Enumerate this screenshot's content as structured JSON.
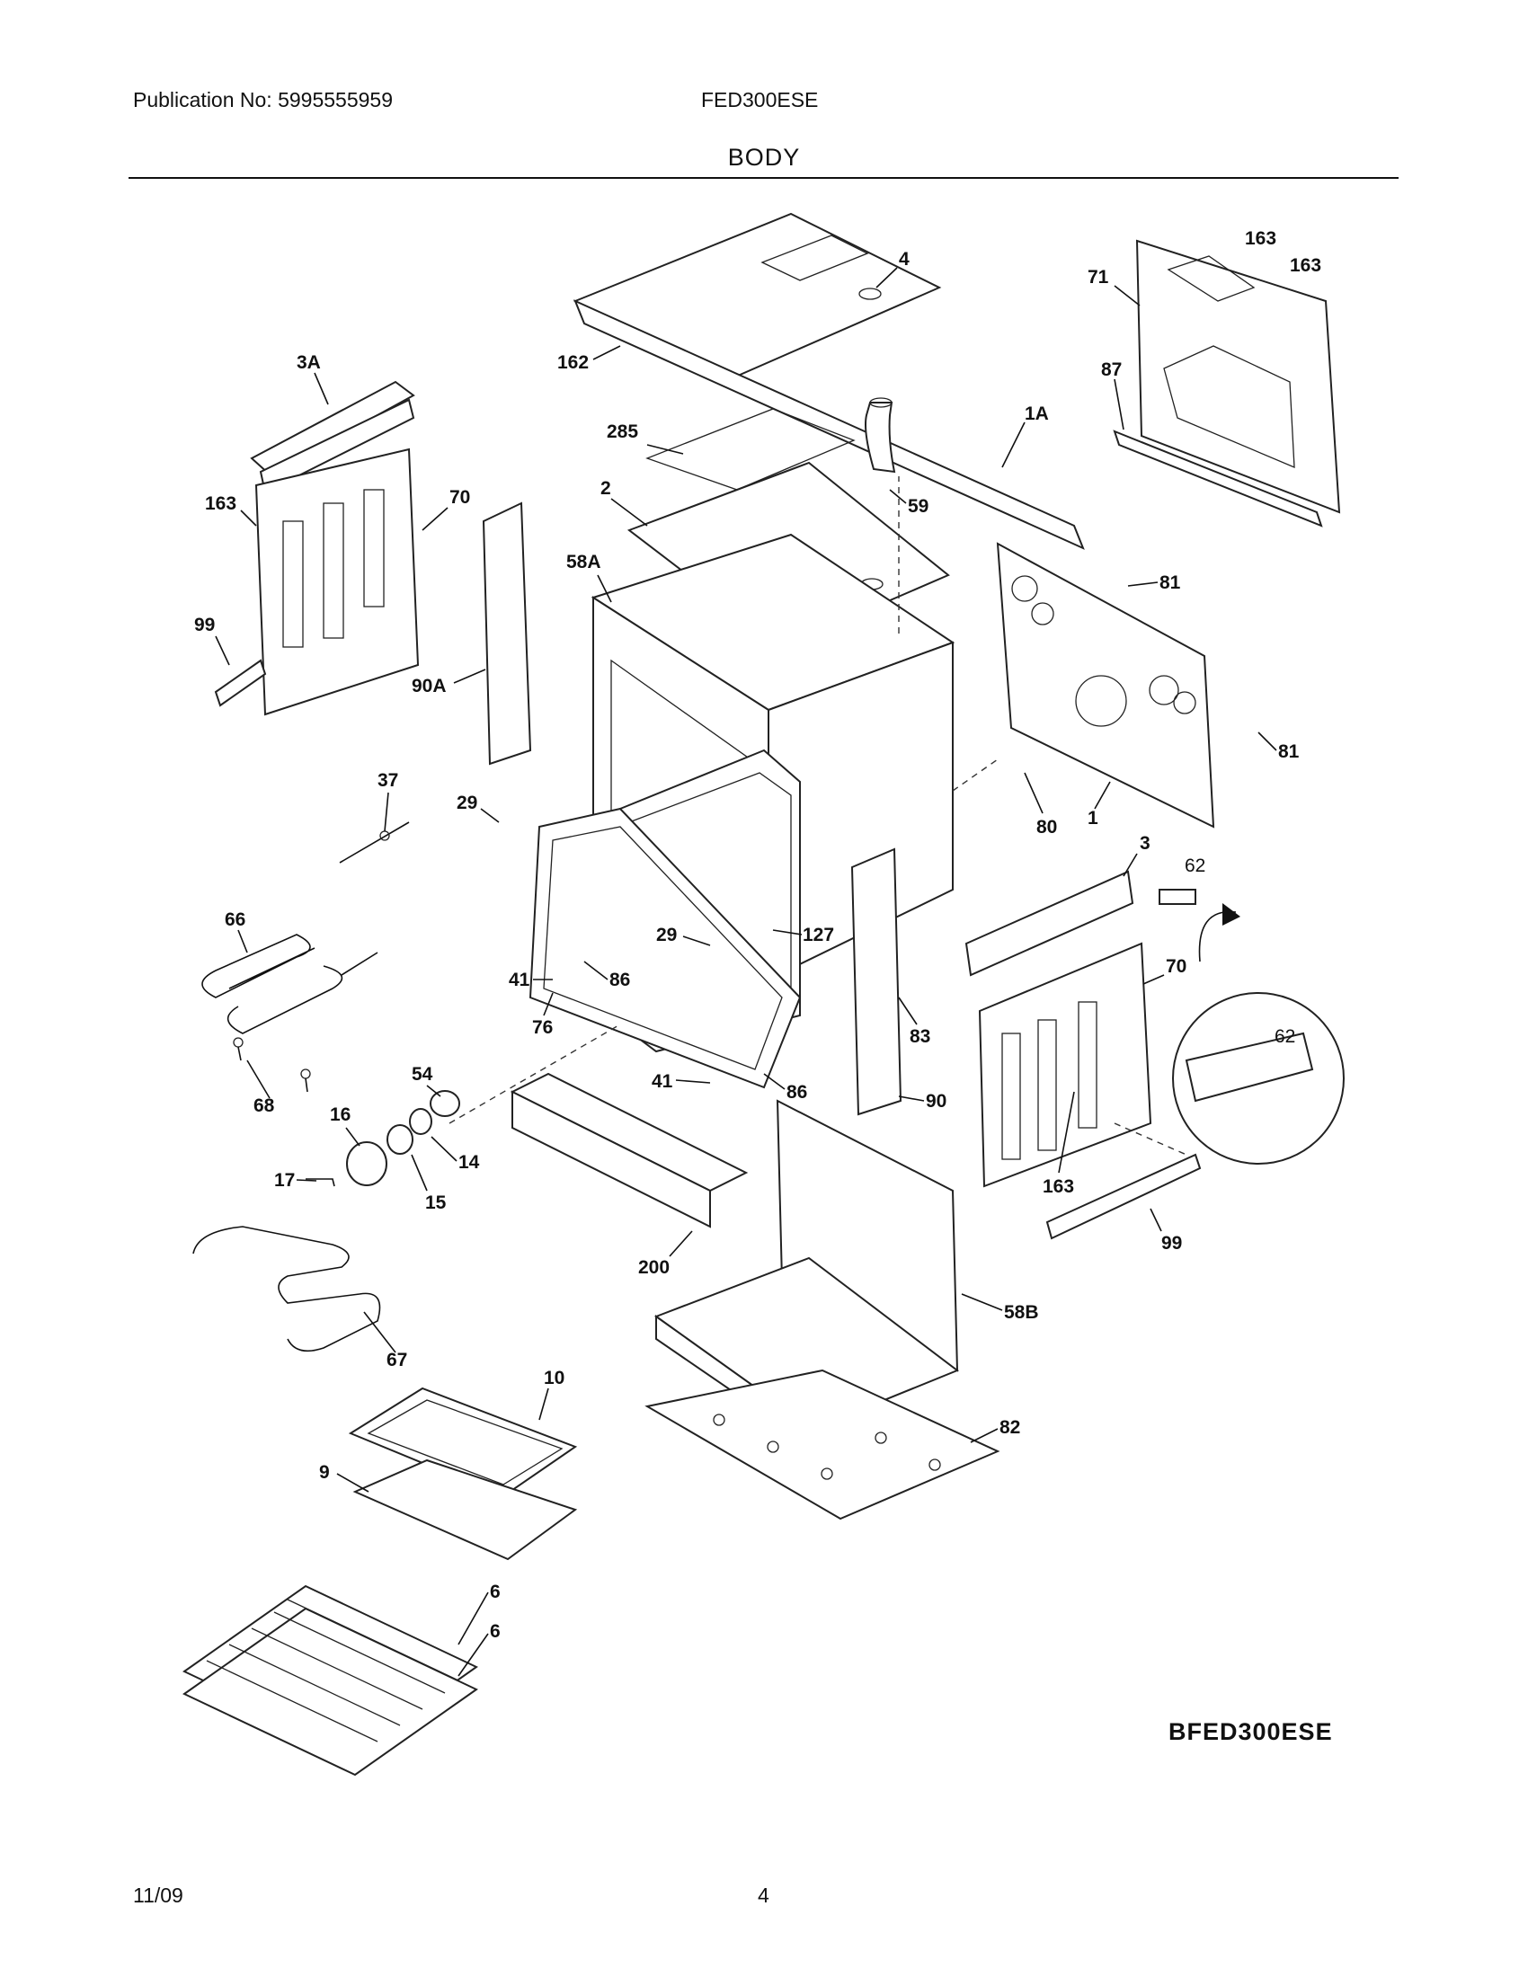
{
  "header": {
    "publication": "Publication No: 5995555959",
    "model": "FED300ESE",
    "section": "BODY"
  },
  "diagram": {
    "code": "BFED300ESE",
    "callouts": [
      "4",
      "162",
      "163",
      "163",
      "71",
      "87",
      "3A",
      "285",
      "1A",
      "2",
      "59",
      "163",
      "70",
      "58A",
      "81",
      "99",
      "90A",
      "81",
      "37",
      "29",
      "80",
      "1",
      "3",
      "62",
      "66",
      "29",
      "127",
      "70",
      "41",
      "86",
      "76",
      "83",
      "54",
      "41",
      "86",
      "90",
      "68",
      "16",
      "14",
      "17",
      "15",
      "163",
      "62",
      "200",
      "99",
      "58B",
      "67",
      "10",
      "82",
      "9",
      "6",
      "6"
    ]
  },
  "footer": {
    "date": "11/09",
    "page": "4"
  }
}
